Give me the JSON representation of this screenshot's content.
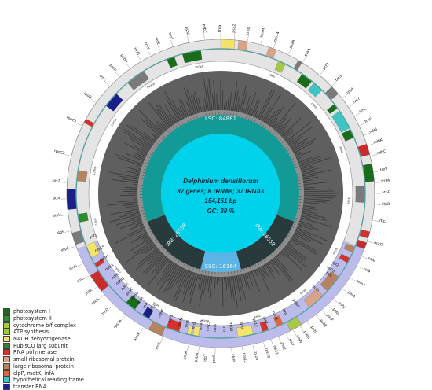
{
  "center": {
    "species": "Delphinium densiflorum",
    "genes": "87 genes; 8 rRNAs; 37 tRNAs",
    "length": "154,161 bp",
    "gc": "GC: 38 %"
  },
  "regions": {
    "lsc": "LSC: 84881",
    "irb": "IRB: 26558",
    "ssc": "SSC: 16164",
    "ira": "IRA: 26558"
  },
  "colors": {
    "photosystem_I": "#1a6b1a",
    "photosystem_II": "#2e8b2e",
    "cytochrome": "#a8c84a",
    "atp": "#9acd32",
    "ndh": "#f2e36a",
    "rubisco": "#3a7d3a",
    "rna_pol": "#d6312a",
    "small_ribo": "#d9a38a",
    "large_ribo": "#b5835f",
    "clp": "#e0673d",
    "ycf": "#3fc4c4",
    "trna": "#1a1f8a",
    "rrna": "#cc2b2b",
    "other": "#7a7a7a",
    "lsc_ring": "#129a96",
    "ir_ring": "#283a3c",
    "ssc_ring": "#5ab4e6",
    "core": "#00d2ec",
    "ir_shade": "#b7b7ec"
  },
  "legend": [
    {
      "label": "photosystem I",
      "color": "#1a6b1a"
    },
    {
      "label": "photosystem II",
      "color": "#2e8b2e"
    },
    {
      "label": "cytochrome b/f complex",
      "color": "#a8c84a"
    },
    {
      "label": "ATP synthesis",
      "color": "#9acd32"
    },
    {
      "label": "NADH dehydrogenase",
      "color": "#f2e36a"
    },
    {
      "label": "RubisCO larg subunit",
      "color": "#3a7d3a"
    },
    {
      "label": "RNA polymerase",
      "color": "#d6312a"
    },
    {
      "label": "small ribosomal protein",
      "color": "#d9a38a"
    },
    {
      "label": "large ribosomal protein",
      "color": "#b5835f"
    },
    {
      "label": "clpP, matK, infA",
      "color": "#e0673d"
    },
    {
      "label": "hypothetical reading frame",
      "color": "#3fc4c4"
    },
    {
      "label": "transfer RNA",
      "color": "#1a1f8a"
    },
    {
      "label": "ribosomal RNA",
      "color": "#cc2b2b"
    },
    {
      "label": "other",
      "color": "#7a7a7a"
    }
  ],
  "ticks": [
    "10kb",
    "20kb",
    "30kb",
    "40kb",
    "50kb",
    "60kb",
    "70kb",
    "80kb",
    "90kb",
    "100kb",
    "110kb",
    "120kb",
    "130kb",
    "140kb",
    "150kb"
  ],
  "gene_labels": [
    {
      "text": "psbA",
      "deg": 12
    },
    {
      "text": "trnK",
      "deg": 22
    },
    {
      "text": "matK",
      "deg": 30
    },
    {
      "text": "rps16",
      "deg": 38
    },
    {
      "text": "trnQ",
      "deg": 44
    },
    {
      "text": "psbK",
      "deg": 49
    },
    {
      "text": "psbI",
      "deg": 53
    },
    {
      "text": "trnS",
      "deg": 58
    },
    {
      "text": "trnG",
      "deg": 63
    },
    {
      "text": "atpA",
      "deg": 70
    },
    {
      "text": "atpF",
      "deg": 76
    },
    {
      "text": "atpH",
      "deg": 82
    },
    {
      "text": "atpI",
      "deg": 88
    },
    {
      "text": "rps2",
      "deg": 94
    },
    {
      "text": "rpoC2",
      "deg": 104
    },
    {
      "text": "rpoC1",
      "deg": 116
    },
    {
      "text": "rpoB",
      "deg": 126
    },
    {
      "text": "trnC",
      "deg": 134
    },
    {
      "text": "petN",
      "deg": 139
    },
    {
      "text": "psbM",
      "deg": 144
    },
    {
      "text": "trnD",
      "deg": 149
    },
    {
      "text": "trnY",
      "deg": 153
    },
    {
      "text": "trnE",
      "deg": 157
    },
    {
      "text": "trnT",
      "deg": 162
    },
    {
      "text": "psbD",
      "deg": 168
    },
    {
      "text": "psbC",
      "deg": 174
    },
    {
      "text": "trnS",
      "deg": 180
    },
    {
      "text": "psbZ",
      "deg": 185
    },
    {
      "text": "trnG",
      "deg": 190
    },
    {
      "text": "trnfM",
      "deg": 195
    },
    {
      "text": "rps14",
      "deg": 200
    },
    {
      "text": "psaB",
      "deg": 206
    },
    {
      "text": "psaA",
      "deg": 212
    },
    {
      "text": "ycf3",
      "deg": 220
    },
    {
      "text": "trnS",
      "deg": 226
    },
    {
      "text": "rps4",
      "deg": 232
    },
    {
      "text": "trnT",
      "deg": 236
    },
    {
      "text": "trnL",
      "deg": 240
    },
    {
      "text": "trnF",
      "deg": 244
    },
    {
      "text": "ndhJ",
      "deg": 248
    },
    {
      "text": "ndhK",
      "deg": 252
    },
    {
      "text": "ndhC",
      "deg": 256
    },
    {
      "text": "trnV",
      "deg": 262
    },
    {
      "text": "trnM",
      "deg": 266
    },
    {
      "text": "atpE",
      "deg": 270
    },
    {
      "text": "atpB",
      "deg": 274
    },
    {
      "text": "rbcL",
      "deg": 280
    },
    {
      "text": "accD",
      "deg": 288
    },
    {
      "text": "psaI",
      "deg": 294
    },
    {
      "text": "ycf4",
      "deg": 298
    },
    {
      "text": "cemA",
      "deg": 303
    },
    {
      "text": "petA",
      "deg": 308
    },
    {
      "text": "psbJ",
      "deg": 313
    },
    {
      "text": "psbL",
      "deg": 316
    },
    {
      "text": "psbF",
      "deg": 319
    },
    {
      "text": "psbE",
      "deg": 322
    },
    {
      "text": "petL",
      "deg": 326
    },
    {
      "text": "petG",
      "deg": 329
    },
    {
      "text": "trnW",
      "deg": 332
    },
    {
      "text": "trnP",
      "deg": 335
    },
    {
      "text": "psaJ",
      "deg": 338
    },
    {
      "text": "rpl33",
      "deg": 341
    },
    {
      "text": "rps18",
      "deg": 344
    },
    {
      "text": "rpl20",
      "deg": 348
    },
    {
      "text": "rps12",
      "deg": 352
    },
    {
      "text": "clpP",
      "deg": 356
    },
    {
      "text": "psbB",
      "deg": 2
    },
    {
      "text": "psbT",
      "deg": 5
    },
    {
      "text": "psbN",
      "deg": 8
    }
  ],
  "ir_labels": [
    {
      "text": "rpl2",
      "deg": 12
    },
    {
      "text": "rpl23",
      "deg": 16
    },
    {
      "text": "trnI",
      "deg": 19
    },
    {
      "text": "ycf2",
      "deg": 30
    },
    {
      "text": "ycf15",
      "deg": 44
    },
    {
      "text": "trnL",
      "deg": 52
    },
    {
      "text": "ndhB",
      "deg": 58
    },
    {
      "text": "rps7",
      "deg": 64
    },
    {
      "text": "rps12",
      "deg": 70
    },
    {
      "text": "trnV",
      "deg": 78
    },
    {
      "text": "rrn16",
      "deg": 84
    },
    {
      "text": "trnI",
      "deg": 88
    },
    {
      "text": "trnA",
      "deg": 92
    },
    {
      "text": "rrn23",
      "deg": 96
    },
    {
      "text": "rrn4.5",
      "deg": 100
    },
    {
      "text": "rrn5",
      "deg": 104
    },
    {
      "text": "trnR",
      "deg": 108
    },
    {
      "text": "trnN",
      "deg": 112
    },
    {
      "text": "ycf1",
      "deg": 118
    },
    {
      "text": "ndhF",
      "deg": 124
    },
    {
      "text": "rpl32",
      "deg": 130
    },
    {
      "text": "trnL",
      "deg": 134
    },
    {
      "text": "ccsA",
      "deg": 138
    },
    {
      "text": "ndhD",
      "deg": 142
    },
    {
      "text": "psaC",
      "deg": 146
    },
    {
      "text": "ndhE",
      "deg": 150
    },
    {
      "text": "ndhG",
      "deg": 154
    },
    {
      "text": "ndhI",
      "deg": 158
    },
    {
      "text": "ndhA",
      "deg": 164
    },
    {
      "text": "ndhH",
      "deg": 170
    },
    {
      "text": "rps15",
      "deg": 176
    },
    {
      "text": "ycf1",
      "deg": 184
    }
  ]
}
